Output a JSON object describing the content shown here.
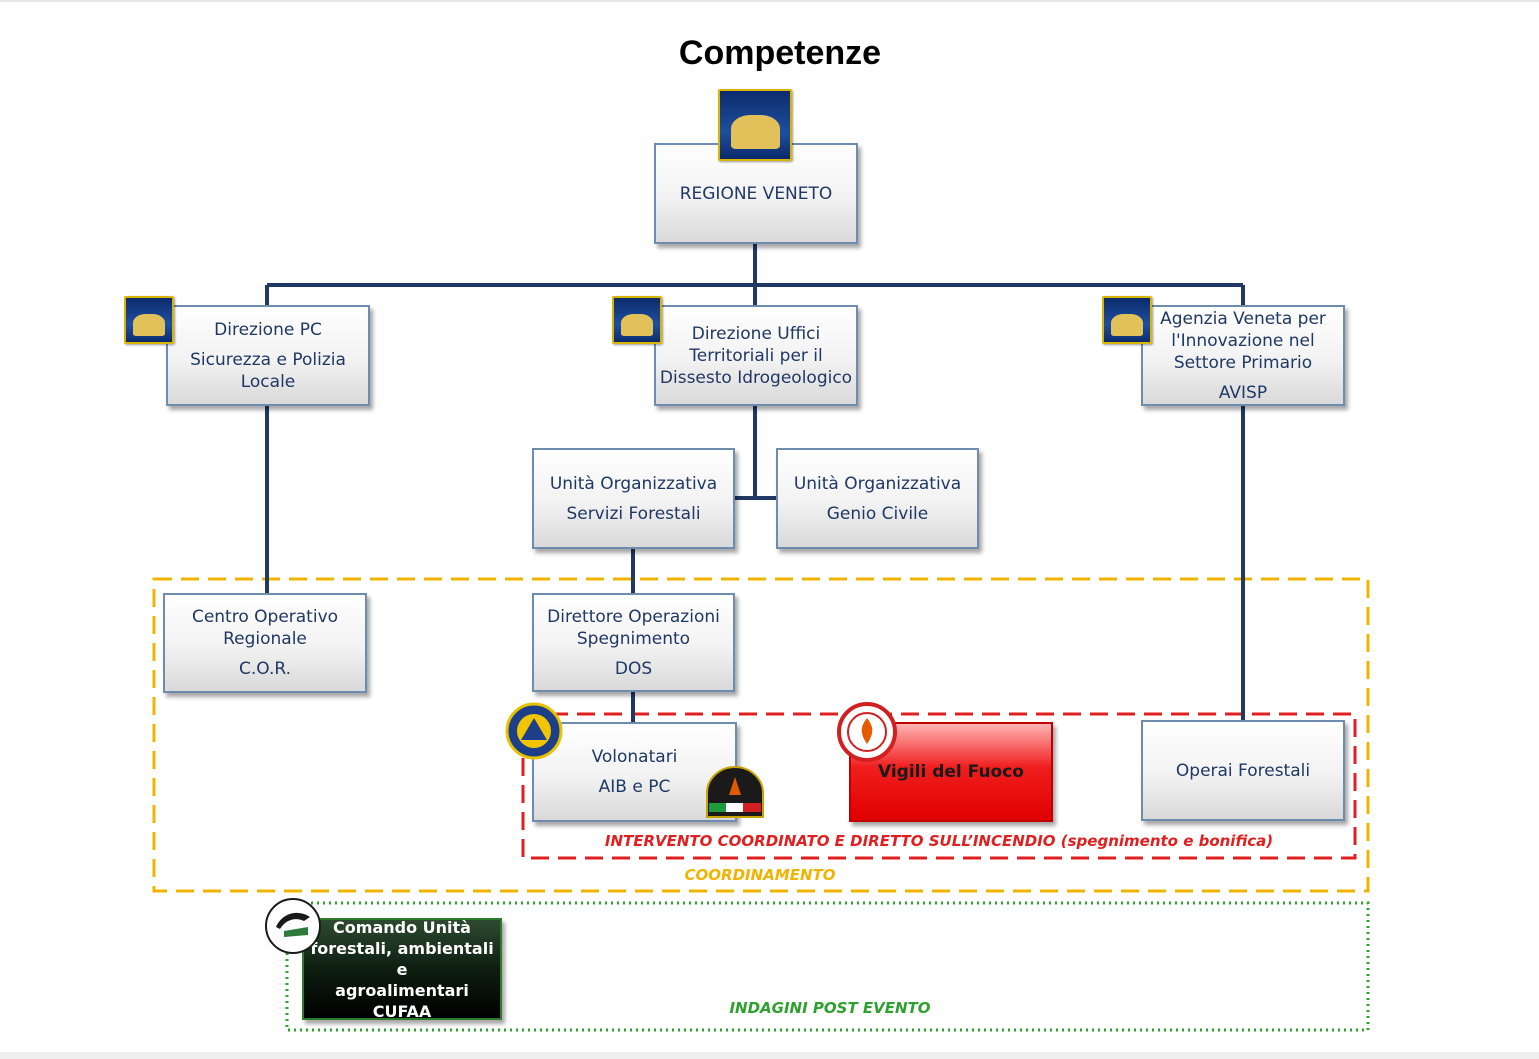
{
  "title": "Competenze",
  "nodes": {
    "regione": [
      "REGIONE VENETO"
    ],
    "direzione_pc": [
      "Direzione PC",
      "Sicurezza e Polizia",
      "Locale"
    ],
    "direzione_uffici": [
      "Direzione Uffici",
      "Territoriali per il",
      "Dissesto Idrogeologico"
    ],
    "avisp": [
      "Agenzia Veneta per",
      "l'Innovazione nel",
      "Settore Primario",
      "AVISP"
    ],
    "uo_forestali": [
      "Unità Organizzativa",
      "Servizi Forestali"
    ],
    "uo_genio": [
      "Unità Organizzativa",
      "Genio Civile"
    ],
    "cor": [
      "Centro Operativo",
      "Regionale",
      "C.O.R."
    ],
    "dos": [
      "Direttore Operazioni",
      "Spegnimento",
      "DOS"
    ],
    "volontari": [
      "Volonatari",
      "AIB e PC"
    ],
    "vigili": [
      "Vigili del Fuoco"
    ],
    "operai": [
      "Operai Forestali"
    ],
    "cufaa": [
      "Comando Unità",
      "forestali, ambientali  e",
      "agroalimentari",
      "CUFAA"
    ]
  },
  "zones": {
    "intervento": "INTERVENTO COORDINATO E DIRETTO SULL’INCENDIO (spegnimento e bonifica)",
    "coordinamento": "COORDINAMENTO",
    "indagini": "INDAGINI POST EVENTO"
  },
  "logos": {
    "protezione_civile": "PROTEZIONE CIVILE",
    "aib": "A.I.B.",
    "vigili_fuoco": "VIGILI DEL FUOCO"
  },
  "colors": {
    "box_border": "#6e8bb0",
    "box_text": "#1f3864",
    "connector": "#1f3864",
    "intervento": "#e02020",
    "coordinamento": "#f0b400",
    "indagini": "#2ea02e",
    "vigili_fill": "#e00000",
    "cufaa_fill": "#0e1e10"
  }
}
